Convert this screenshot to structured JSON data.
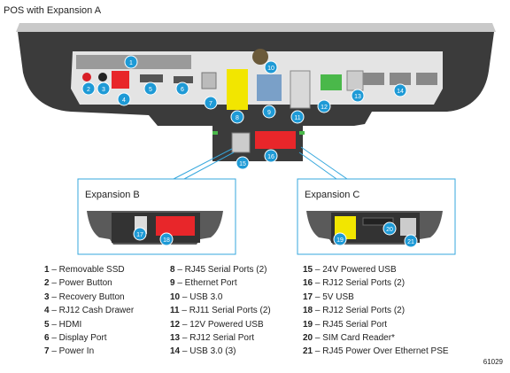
{
  "title": "POS with Expansion A",
  "expansion_b": "Expansion B",
  "expansion_c": "Expansion C",
  "figure_code": "61029",
  "callouts": [
    "1",
    "2",
    "3",
    "4",
    "5",
    "6",
    "7",
    "8",
    "9",
    "10",
    "11",
    "12",
    "13",
    "14",
    "15",
    "16",
    "17",
    "18",
    "19",
    "20",
    "21"
  ],
  "legend_col1": [
    {
      "num": "1",
      "text": " – Removable SSD"
    },
    {
      "num": "2",
      "text": " – Power Button"
    },
    {
      "num": "3",
      "text": " – Recovery Button"
    },
    {
      "num": "4",
      "text": " – RJ12 Cash Drawer"
    },
    {
      "num": "5",
      "text": " – HDMI"
    },
    {
      "num": "6",
      "text": " – Display Port"
    },
    {
      "num": "7",
      "text": " – Power In"
    }
  ],
  "legend_col2": [
    {
      "num": "8",
      "text": " – RJ45 Serial Ports (2)"
    },
    {
      "num": "9",
      "text": " – Ethernet Port"
    },
    {
      "num": "10",
      "text": " – USB 3.0"
    },
    {
      "num": "11",
      "text": " – RJ11 Serial Ports (2)"
    },
    {
      "num": "12",
      "text": " – 12V Powered USB"
    },
    {
      "num": "13",
      "text": " – RJ12 Serial Port"
    },
    {
      "num": "14",
      "text": " – USB 3.0 (3)"
    }
  ],
  "legend_col3": [
    {
      "num": "15",
      "text": " – 24V Powered USB"
    },
    {
      "num": "16",
      "text": " – RJ12 Serial Ports (2)"
    },
    {
      "num": "17",
      "text": " – 5V USB"
    },
    {
      "num": "18",
      "text": " – RJ12 Serial Ports (2)"
    },
    {
      "num": "19",
      "text": " – RJ45 Serial Port"
    },
    {
      "num": "20",
      "text": " – SIM Card Reader*"
    },
    {
      "num": "21",
      "text": " – RJ45 Power Over Ethernet PSE"
    }
  ],
  "colors": {
    "callout": "#1e9ad6",
    "body": "#3c3c3c",
    "rj12": "#e8262a",
    "rj45": "#f2e600",
    "green": "#4ab84a",
    "frame": "#35a7dd"
  }
}
